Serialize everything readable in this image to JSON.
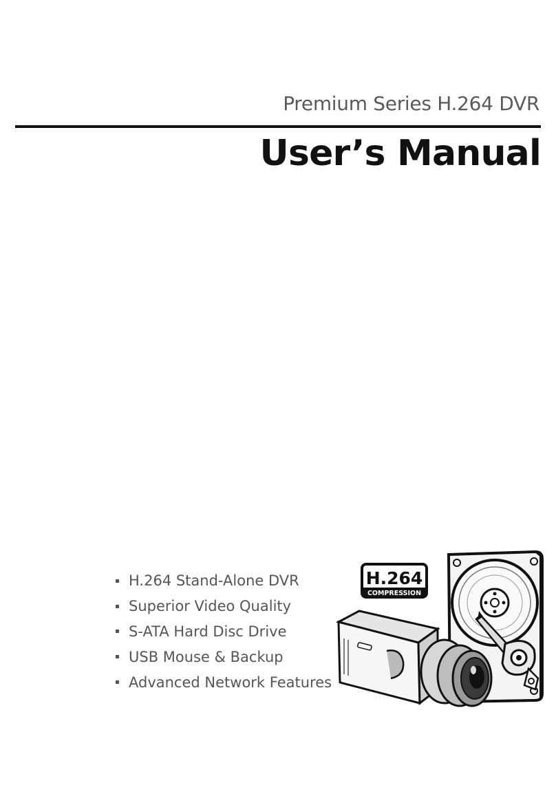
{
  "header": {
    "subtitle": "Premium Series H.264 DVR",
    "title": "User’s Manual"
  },
  "features": [
    "H.264 Stand-Alone DVR",
    "Superior Video Quality",
    "S-ATA Hard Disc Drive",
    "USB Mouse & Backup",
    "Advanced Network Features"
  ],
  "illustration": {
    "badge_main": "H.264",
    "badge_sub": "COMPRESSION",
    "icons": [
      "hard-disk-icon",
      "camera-icon",
      "h264-badge"
    ]
  }
}
